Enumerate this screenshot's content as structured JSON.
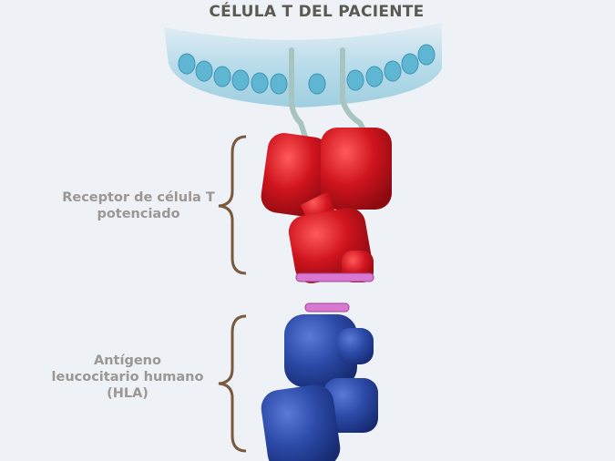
{
  "title": "CÉLULA T DEL PACIENTE",
  "labels": {
    "tcr_line1": "Receptor de célula T",
    "tcr_line2": "potenciado",
    "hla_line1": "Antígeno",
    "hla_line2": "leucocitario humano",
    "hla_line3": "(HLA)"
  },
  "colors": {
    "membrane": "#8fc9dc",
    "receptor": "#c8141e",
    "hla": "#2848a0",
    "peptide": "#d070c8",
    "brace": "#7a5a3e"
  }
}
